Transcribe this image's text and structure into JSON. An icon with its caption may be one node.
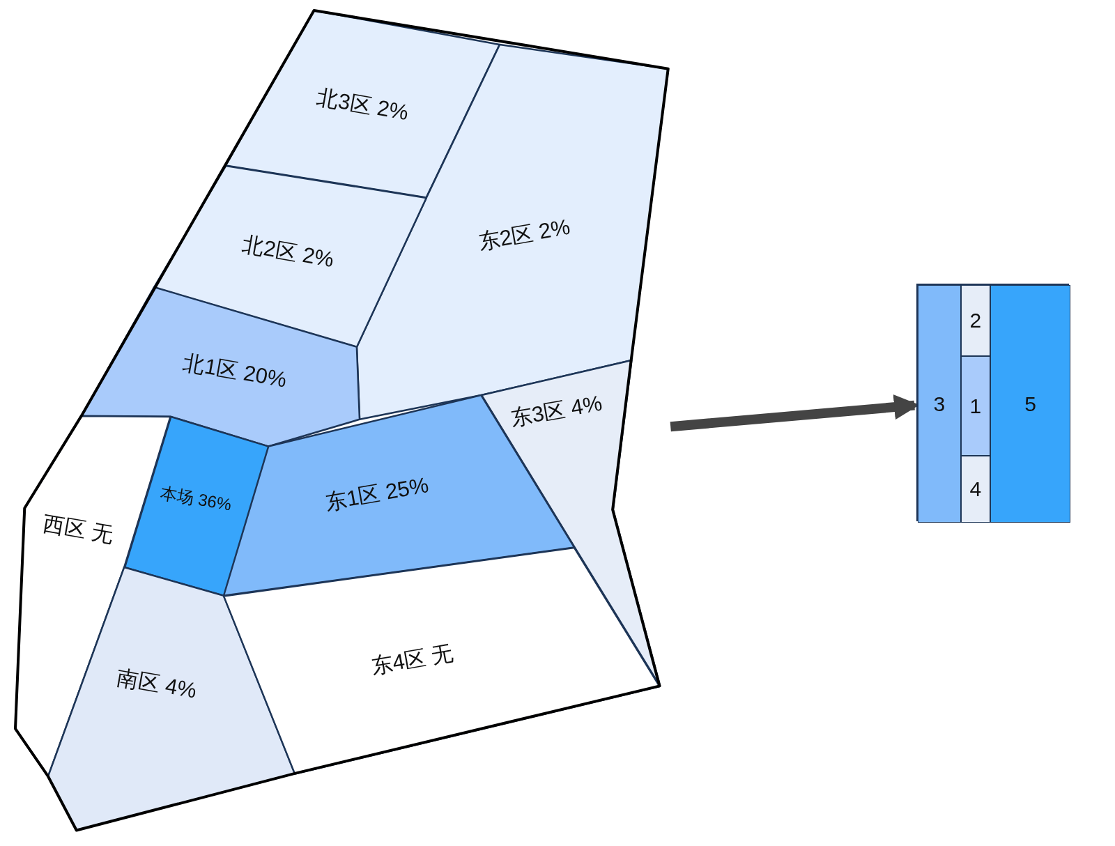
{
  "diagram": {
    "nodes": [
      {
        "text": [],
        "shape": "polygon"
      },
      {
        "text": [
          "北3区 2%"
        ],
        "in": 0
      },
      {
        "text": [
          "东2区 2%"
        ],
        "in": 0
      },
      {
        "text": [
          "北2区 2%"
        ],
        "in": 0
      },
      {
        "text": [
          "北1区 20%"
        ],
        "in": 0
      },
      {
        "text": [
          "东3区 4%"
        ],
        "in": 0
      },
      {
        "text": [
          "本场 36%"
        ],
        "in": 0
      },
      {
        "text": [
          "西区 无"
        ],
        "in": 0
      },
      {
        "text": [
          "东1区 25%"
        ],
        "in": 0
      },
      {
        "text": [
          "南区 4%"
        ],
        "in": 0
      },
      {
        "text": [
          "东4区 无"
        ],
        "in": 0
      },
      {
        "text": [],
        "shape": "box"
      },
      {
        "text": [
          "2"
        ],
        "in": 11
      },
      {
        "text": [
          "3"
        ],
        "in": 11
      },
      {
        "text": [
          "1"
        ],
        "in": 11
      },
      {
        "text": [
          "5"
        ],
        "in": 11
      },
      {
        "text": [
          "4"
        ],
        "in": 11
      }
    ],
    "edges": [
      {
        "from": 0,
        "to": 11,
        "arrow": "to"
      }
    ]
  }
}
